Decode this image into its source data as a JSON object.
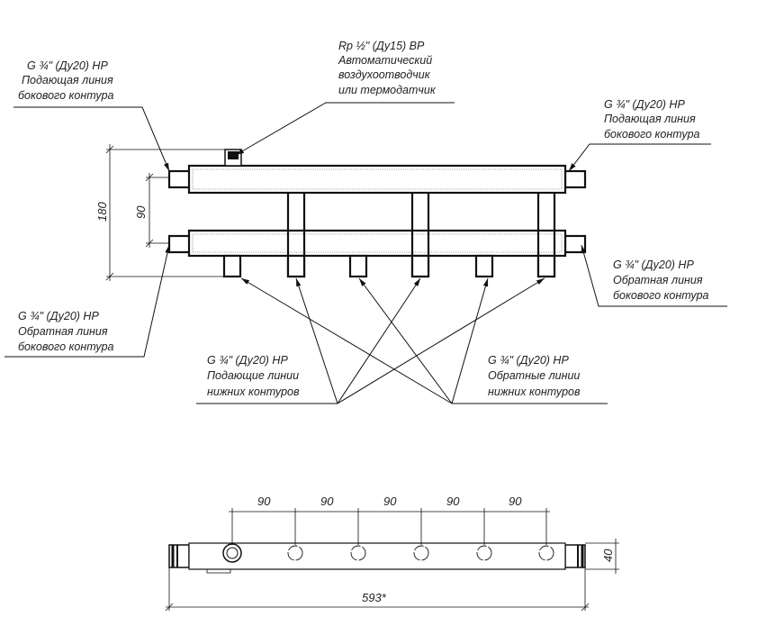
{
  "labels": {
    "top_left": [
      "G ¾\" (Ду20) НР",
      "Подающая линия",
      "бокового контура"
    ],
    "air_vent": [
      "Rp ½\" (Ду15) ВР",
      "Автоматический",
      "воздухоотводчик",
      "или термодатчик"
    ],
    "top_right": [
      "G ¾\" (Ду20) НР",
      "Подающая линия",
      "бокового контура"
    ],
    "bottom_right": [
      "G ¾\" (Ду20) НР",
      "Обратная линия",
      "бокового контура"
    ],
    "bottom_left": [
      "G ¾\" (Ду20) НР",
      "Обратная линия",
      "бокового контура"
    ],
    "supply_lower": [
      "G ¾\" (Ду20) НР",
      "Подающие линии",
      "нижних контуров"
    ],
    "return_lower": [
      "G ¾\" (Ду20) НР",
      "Обратные линии",
      "нижних контуров"
    ]
  },
  "dimensions": {
    "front_height": "180",
    "pipe_spacing": "90",
    "outlet_spacing": [
      "90",
      "90",
      "90",
      "90",
      "90"
    ],
    "plan_height": "40",
    "overall_length": "593*"
  }
}
